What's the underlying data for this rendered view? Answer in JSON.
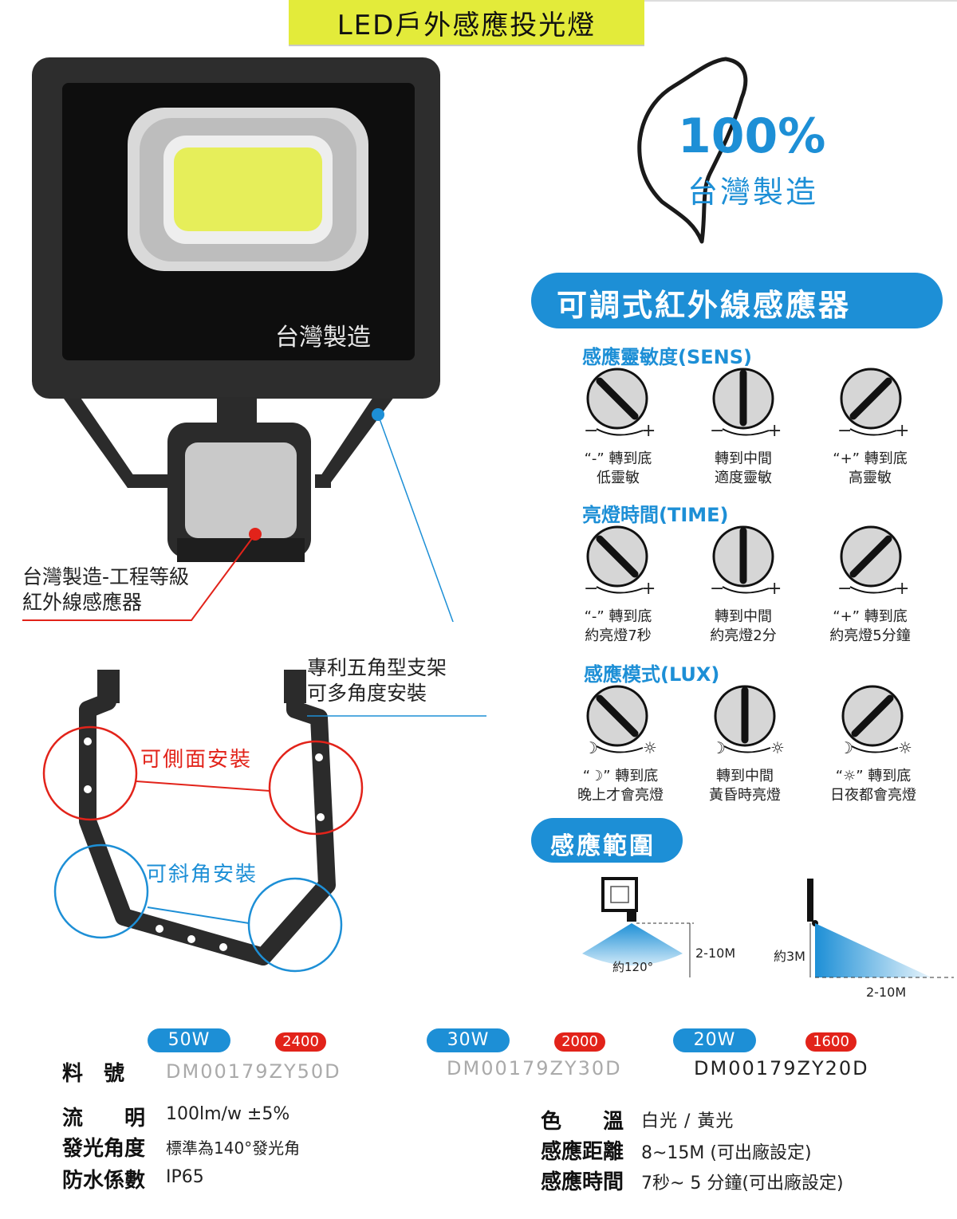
{
  "title": "LED戶外感應投光燈",
  "badge": {
    "percent": "100%",
    "text": "台灣製造"
  },
  "lamp_label": "台灣製造",
  "callouts": {
    "sensor": "台灣製造-工程等級",
    "sensor2": "紅外線感應器",
    "bracket1": "專利五角型支架",
    "bracket2": "可多角度安裝",
    "side": "可側面安裝",
    "angle": "可斜角安裝"
  },
  "sensor_section": {
    "title": "可調式紅外線感應器",
    "sens_title": "感應靈敏度(SENS)",
    "sens": [
      {
        "l1": "“-” 轉到底",
        "l2": "低靈敏"
      },
      {
        "l1": "轉到中間",
        "l2": "適度靈敏"
      },
      {
        "l1": "“+” 轉到底",
        "l2": "高靈敏"
      }
    ],
    "time_title": "亮燈時間(TIME)",
    "time": [
      {
        "l1": "“-” 轉到底",
        "l2": "約亮燈7秒"
      },
      {
        "l1": "轉到中間",
        "l2": "約亮燈2分"
      },
      {
        "l1": "“+” 轉到底",
        "l2": "約亮燈5分鐘"
      }
    ],
    "lux_title": "感應模式(LUX)",
    "lux": [
      {
        "l1": "“☽” 轉到底",
        "l2": "晚上才會亮燈"
      },
      {
        "l1": "轉到中間",
        "l2": "黃昏時亮燈"
      },
      {
        "l1": "“☼” 轉到底",
        "l2": "日夜都會亮燈"
      }
    ],
    "minus": "−",
    "plus": "+",
    "moon": "☽",
    "sun": "☼"
  },
  "range": {
    "title": "感應範圍",
    "angle": "約120°",
    "dist": "2-10M",
    "height": "約3M",
    "dist2": "2-10M"
  },
  "models": [
    {
      "watt": "50W",
      "lumen": "2400",
      "code": "DM00179ZY50D"
    },
    {
      "watt": "30W",
      "lumen": "2000",
      "code": "DM00179ZY30D"
    },
    {
      "watt": "20W",
      "lumen": "1600",
      "code": "DM00179ZY20D"
    }
  ],
  "specs": {
    "model_label": "料　號",
    "flux_label": "流　　明",
    "flux": "100lm/w ±5%",
    "beam_label": "發光角度",
    "beam": "標準為140°發光角",
    "ip_label": "防水係數",
    "ip": "IP65",
    "cct_label": "色　　溫",
    "cct": "白光 / 黃光",
    "dist_label": "感應距離",
    "dist": "8~15M (可出廠設定)",
    "time_label": "感應時間",
    "time": "7秒~ 5 分鐘(可出廠設定)"
  },
  "colors": {
    "accent_blue": "#1d8fd6",
    "accent_red": "#e2231a",
    "title_yellow": "#e3eb3a"
  }
}
